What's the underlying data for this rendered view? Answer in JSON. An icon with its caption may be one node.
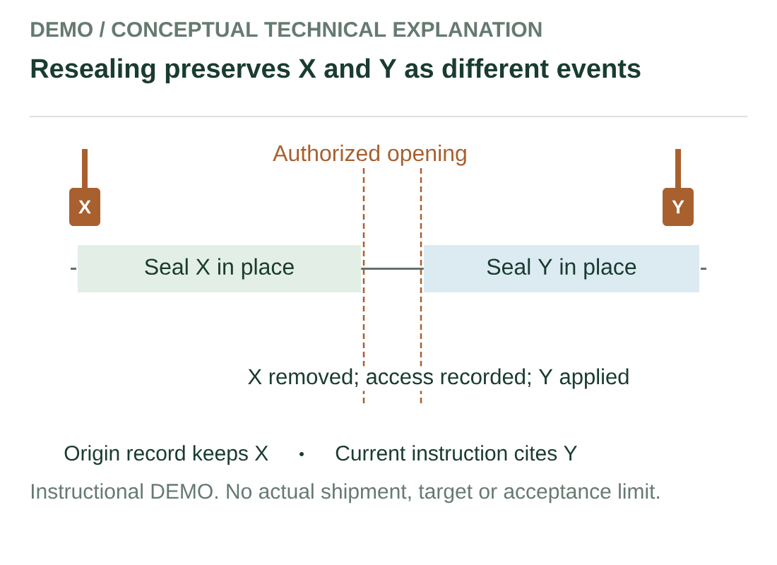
{
  "diagram": {
    "title": "Resealing preserves X and Y as different events",
    "caption": "Instructional DEMO. No actual shipment, target or acceptance limit.",
    "nodes": [
      {
        "text": [
          "X"
        ]
      },
      {
        "text": [
          "Y"
        ]
      },
      {
        "text": [
          "Seal X in place"
        ]
      },
      {
        "text": [
          "Seal Y in place"
        ]
      }
    ],
    "edges": [
      {
        "from": 2,
        "to": 3,
        "arrow": "none"
      }
    ],
    "labels": [
      "DEMO / CONCEPTUAL TECHNICAL EXPLANATION",
      "Authorized opening",
      "X removed; access recorded; Y applied",
      "Origin record keeps X",
      "Current instruction cites Y"
    ]
  }
}
